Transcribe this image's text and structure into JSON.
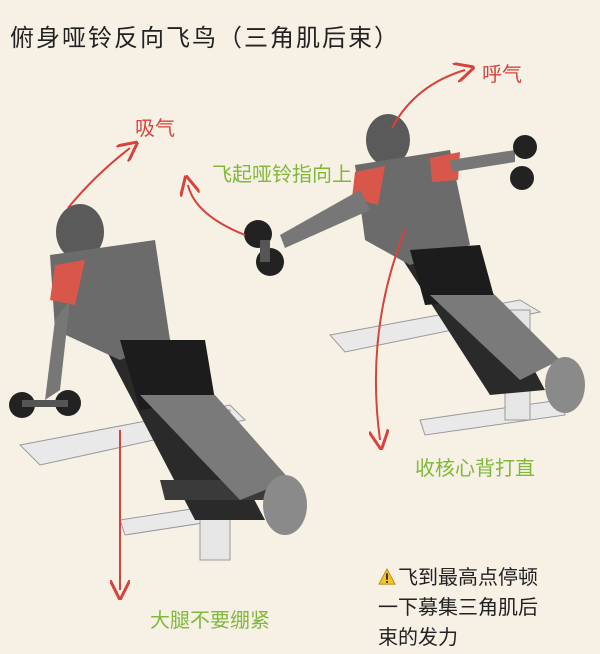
{
  "title": "俯身哑铃反向飞鸟（三角肌后束）",
  "labels": {
    "inhale": "吸气",
    "exhale": "呼气",
    "raise": "飞起哑铃指向上",
    "core": "收核心背打直",
    "thigh": "大腿不要绷紧"
  },
  "note": {
    "icon": "warning-icon",
    "line1": "飞到最高点停顿",
    "line2": "一下募集三角肌后",
    "line3": "束的发力"
  },
  "colors": {
    "background": "#f7f1e5",
    "red": "#d8423b",
    "green": "#7fb83a"
  }
}
